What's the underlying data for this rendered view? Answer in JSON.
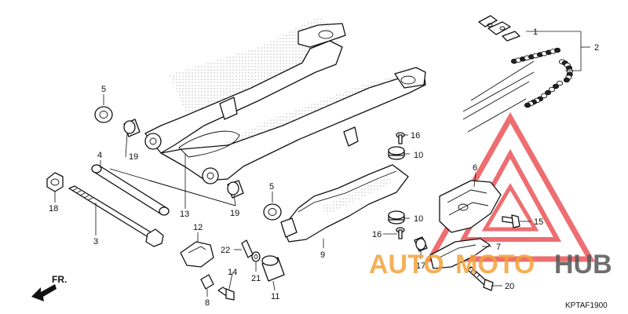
{
  "diagram": {
    "callouts": [
      {
        "id": "c1",
        "text": "1"
      },
      {
        "id": "c2",
        "text": "2"
      },
      {
        "id": "c3",
        "text": "3"
      },
      {
        "id": "c4",
        "text": "4"
      },
      {
        "id": "c5a",
        "text": "5"
      },
      {
        "id": "c5b",
        "text": "5"
      },
      {
        "id": "c6",
        "text": "6"
      },
      {
        "id": "c7",
        "text": "7"
      },
      {
        "id": "c8",
        "text": "8"
      },
      {
        "id": "c9",
        "text": "9"
      },
      {
        "id": "c10a",
        "text": "10"
      },
      {
        "id": "c10b",
        "text": "10"
      },
      {
        "id": "c11",
        "text": "11"
      },
      {
        "id": "c12",
        "text": "12"
      },
      {
        "id": "c13",
        "text": "13"
      },
      {
        "id": "c14",
        "text": "14"
      },
      {
        "id": "c15",
        "text": "15"
      },
      {
        "id": "c16a",
        "text": "16"
      },
      {
        "id": "c16b",
        "text": "16"
      },
      {
        "id": "c17",
        "text": "17"
      },
      {
        "id": "c18",
        "text": "18"
      },
      {
        "id": "c19a",
        "text": "19"
      },
      {
        "id": "c19b",
        "text": "19"
      },
      {
        "id": "c20",
        "text": "20"
      },
      {
        "id": "c21",
        "text": "21"
      },
      {
        "id": "c22",
        "text": "22"
      }
    ],
    "direction_label": "FR.",
    "diagram_code": "KPTAF1900"
  },
  "watermark": {
    "text_auto": "AUTO",
    "text_moto": "MOTO",
    "text_hub": "HUB",
    "color_red": "#e8464a",
    "color_orange": "#f3a33a",
    "color_gray": "#555555"
  }
}
